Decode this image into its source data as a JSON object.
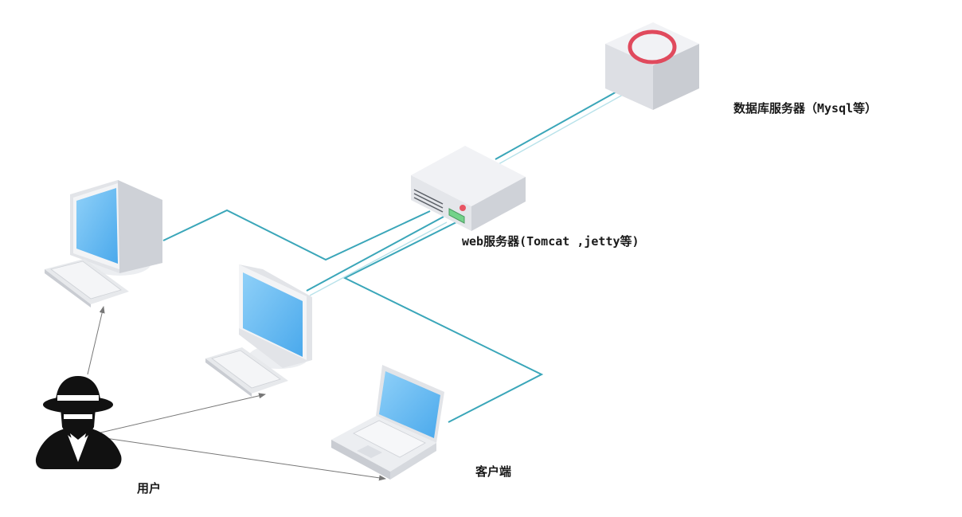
{
  "labels": {
    "db_server": "数据库服务器（Mysql等）",
    "web_server": "web服务器(Tomcat ,jetty等)",
    "client": "客户端",
    "user": "用户"
  },
  "colors": {
    "link_line": "#3aa6b9",
    "arrow_line": "#777777",
    "screen_blue": "#5db7f2",
    "device_gray": "#e3e4e8",
    "db_ring": "#e04a5d",
    "server_led_red": "#e85563",
    "server_led_green": "#73d38a",
    "user_black": "#111111"
  },
  "icons": {
    "db_server": "database-server-icon",
    "web_server": "web-server-icon",
    "desktop_1": "desktop-computer-icon",
    "desktop_2": "desktop-computer-icon",
    "laptop": "laptop-icon",
    "user": "spy-user-icon"
  }
}
